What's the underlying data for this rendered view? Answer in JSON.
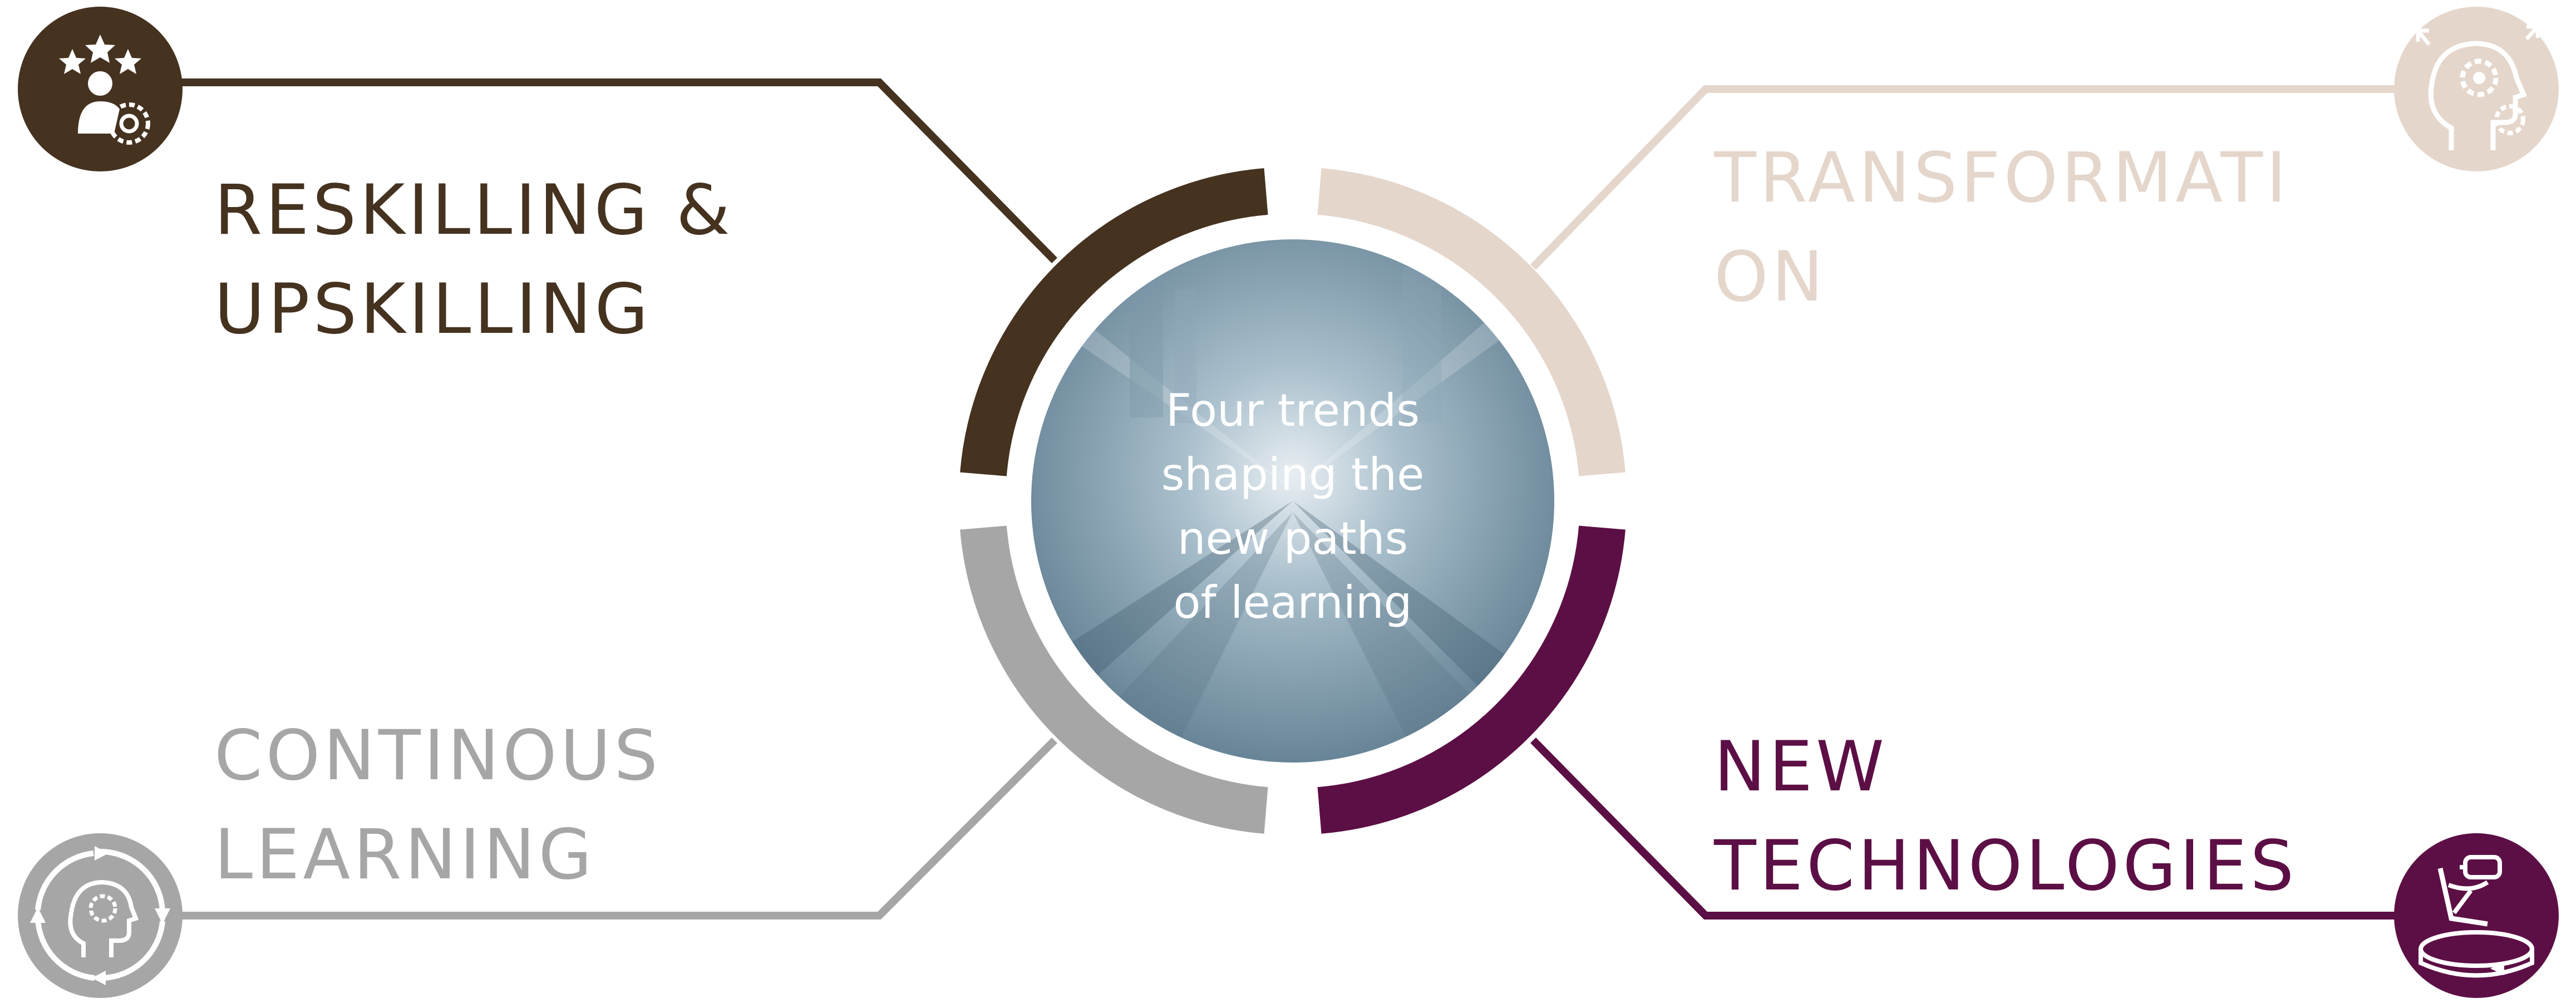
{
  "colors": {
    "reskilling": "#45321f",
    "transformation": "#e5d6cc",
    "continuous": "#a6a6a6",
    "new_tech": "#5c0f45",
    "center_bg": "#6f8da0"
  },
  "center": {
    "lines": [
      "Four trends",
      "shaping the",
      "new paths",
      "of learning"
    ]
  },
  "trends": [
    {
      "id": "reskilling",
      "lines": [
        "RESKILLING &",
        "UPSKILLING"
      ],
      "icon": "stars-person-gear-icon"
    },
    {
      "id": "transformation",
      "lines": [
        "TRANSFORMATI",
        "ON"
      ],
      "icon": "head-gears-icon"
    },
    {
      "id": "continuous",
      "lines": [
        "CONTINOUS",
        "LEARNING"
      ],
      "icon": "head-cycle-icon"
    },
    {
      "id": "new_tech",
      "lines": [
        "NEW",
        "TECHNOLOGIES"
      ],
      "icon": "vr-person-icon"
    }
  ]
}
